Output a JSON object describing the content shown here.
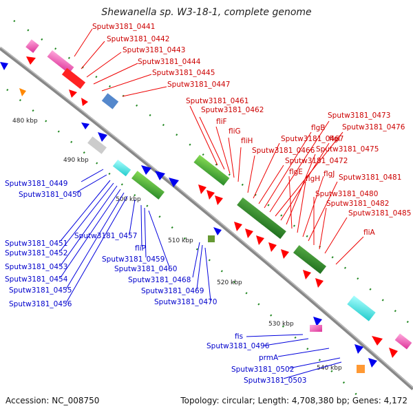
{
  "title": "Shewanella sp. W3-18-1, complete genome",
  "footer": {
    "accession": "Accession: NC_008750",
    "topology": "Topology: circular; Length: 4,708,380 bp; Genes: 4,172"
  },
  "scale_labels": [
    "480 kbp",
    "490 kbp",
    "500 kbp",
    "510 kbp",
    "520 kbp",
    "530 kbp",
    "540 kbp"
  ],
  "labels_red": [
    "Sputw3181_0441",
    "Sputw3181_0442",
    "Sputw3181_0443",
    "Sputw3181_0444",
    "Sputw3181_0445",
    "Sputw3181_0447",
    "Sputw3181_0461",
    "Sputw3181_0462",
    "fliF",
    "fliG",
    "fliH",
    "Sputw3181_0466",
    "Sputw3181_0467",
    "Sputw3181_0472",
    "flgB",
    "Sputw3181_0473",
    "Sputw3181_0476",
    "flgI",
    "Sputw3181_0475",
    "flgE",
    "flgH",
    "flgJ",
    "Sputw3181_0481",
    "Sputw3181_0480",
    "Sputw3181_0482",
    "Sputw3181_0485",
    "fliA"
  ],
  "labels_blue": [
    "Sputw3181_0449",
    "Sputw3181_0450",
    "Sputw3181_0451",
    "Sputw3181_0452",
    "Sputw3181_0453",
    "Sputw3181_0454",
    "Sputw3181_0455",
    "Sputw3181_0456",
    "Sputw3181_0457",
    "fliP",
    "Sputw3181_0459",
    "Sputw3181_0460",
    "Sputw3181_0468",
    "Sputw3181_0469",
    "Sputw3181_0470",
    "fis",
    "Sputw3181_0496",
    "prmA",
    "Sputw3181_0502",
    "Sputw3181_0503"
  ],
  "colors": {
    "backbone": "#888888",
    "forward_arrow": "#ff0000",
    "reverse_arrow": "#0000ee",
    "cds_green": "#33aa33",
    "tick_green": "#228822",
    "label_red": "#cc0000",
    "label_blue": "#0000cc"
  }
}
